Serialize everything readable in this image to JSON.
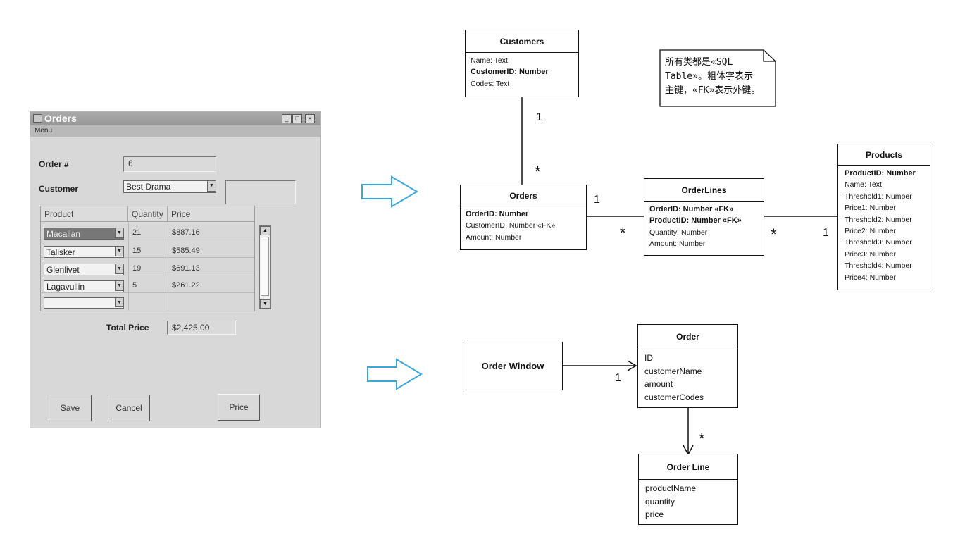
{
  "window": {
    "title": "Orders",
    "menu_label": "Menu",
    "order_label": "Order #",
    "order_value": "6",
    "customer_label": "Customer",
    "customer_value": "Best Drama",
    "columns": [
      "Product",
      "Quantity",
      "Price"
    ],
    "rows": [
      {
        "product": "Macallan",
        "quantity": "21",
        "price": "$887.16"
      },
      {
        "product": "Talisker",
        "quantity": "15",
        "price": "$585.49"
      },
      {
        "product": "Glenlivet",
        "quantity": "19",
        "price": "$691.13"
      },
      {
        "product": "Lagavullin",
        "quantity": "5",
        "price": "$261.22"
      },
      {
        "product": "",
        "quantity": "",
        "price": ""
      }
    ],
    "total_label": "Total Price",
    "total_value": "$2,425.00",
    "save_label": "Save",
    "cancel_label": "Cancel",
    "price_label": "Price"
  },
  "database": {
    "customers": {
      "name": "Customers",
      "attrs": [
        "Name: Text",
        "CustomerID: Number",
        "Codes: Text"
      ]
    },
    "orders": {
      "name": "Orders",
      "attrs": [
        "OrderID: Number",
        "CustomerID: Number «FK»",
        "Amount: Number"
      ]
    },
    "orderlines": {
      "name": "OrderLines",
      "attrs": [
        "OrderID: Number «FK»",
        "ProductID: Number «FK»",
        "Quantity: Number",
        "Amount: Number"
      ]
    },
    "products": {
      "name": "Products",
      "attrs": [
        "ProductID: Number",
        "Name: Text",
        "Threshold1: Number",
        "Price1: Number",
        "Threshold2: Number",
        "Price2: Number",
        "Threshold3: Number",
        "Price3: Number",
        "Threshold4: Number",
        "Price4: Number"
      ]
    },
    "note": [
      "所有类都是«SQL",
      "Table»。粗体字表示",
      "主键，«FK»表示外键。"
    ],
    "multiplicities": {
      "cust_orders_one": "1",
      "cust_orders_many": "*",
      "orders_ol_one": "1",
      "orders_ol_many": "*",
      "ol_prod_many": "*",
      "ol_prod_one": "1"
    }
  },
  "domain_model": {
    "order_window": "Order Window",
    "order": {
      "name": "Order",
      "attrs": [
        "ID",
        "customerName",
        "amount",
        "customerCodes"
      ]
    },
    "order_line": {
      "name": "Order Line",
      "attrs": [
        "productName",
        "quantity",
        "price"
      ]
    },
    "multiplicities": {
      "window_order": "1",
      "order_line_many": "*"
    }
  },
  "colors": {
    "arrow_outline": "#3aa7dc",
    "window_bg": "#d8d8d8"
  }
}
